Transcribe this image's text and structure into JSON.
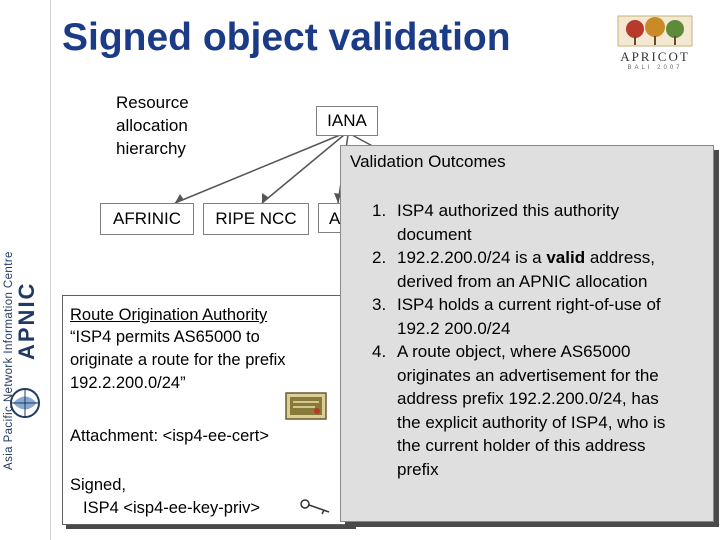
{
  "slide": {
    "title": "Signed object validation"
  },
  "sidebar": {
    "organization": "Asia Pacific Network Information Centre",
    "logo_text": "APNIC"
  },
  "event_logo": {
    "name": "APRICOT",
    "subtitle": "BALI 2007"
  },
  "hierarchy": {
    "label": "Resource allocation hierarchy",
    "label_lines": [
      "Resource",
      "allocation",
      "hierarchy"
    ],
    "root": "IANA",
    "children": [
      "AFRINIC",
      "RIPE NCC",
      "A"
    ]
  },
  "roa": {
    "heading": "Route Origination Authority",
    "statement_lines": [
      "“ISP4 permits AS65000 to",
      "originate a route for the prefix",
      "192.2.200.0/24”"
    ],
    "attachment": "Attachment: <isp4-ee-cert>",
    "signed": "Signed,",
    "signer": "ISP4 <isp4-ee-key-priv>"
  },
  "outcomes": {
    "title": "Validation Outcomes",
    "items": [
      {
        "num": "1.",
        "lines": [
          "ISP4 authorized this authority",
          "document"
        ]
      },
      {
        "num": "2.",
        "lines": [
          "192.2.200.0/24 is a valid address,",
          "derived from an APNIC allocation"
        ],
        "emphasis": "valid"
      },
      {
        "num": "3.",
        "lines": [
          "ISP4 holds a current right-of-use of",
          "192.2 200.0/24"
        ]
      },
      {
        "num": "4.",
        "lines": [
          "A route object, where AS65000",
          "originates an advertisement for the",
          "address prefix 192.2.200.0/24, has",
          "the explicit authority of ISP4, who is",
          "the current holder of this address",
          "prefix"
        ]
      }
    ]
  },
  "colors": {
    "title": "#1b3b87",
    "outcomes_background": "#dfdfdf",
    "shadow": "#4a4a4a",
    "sidebar_text": "#1f3a63"
  }
}
